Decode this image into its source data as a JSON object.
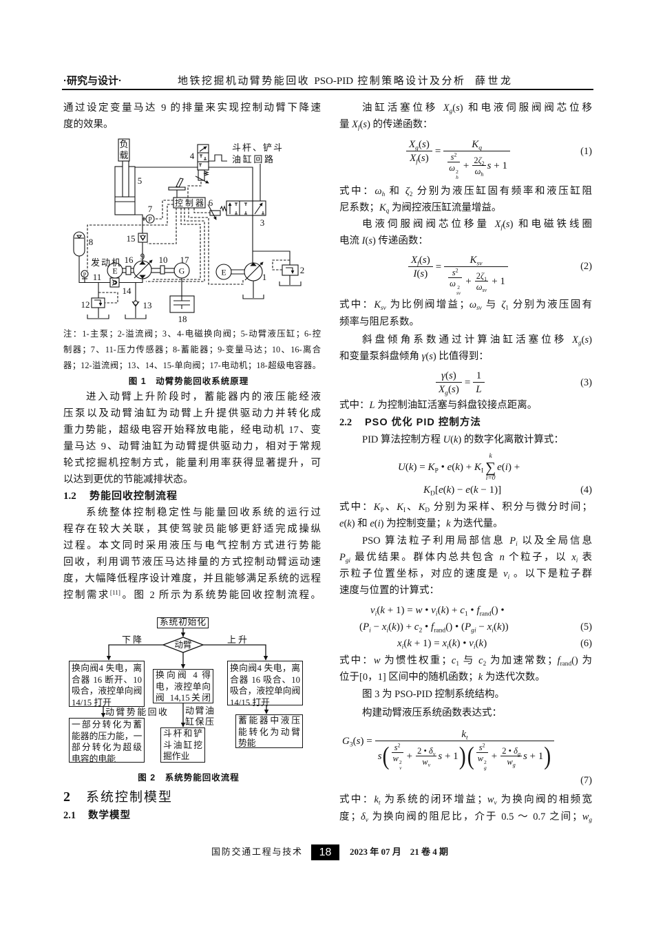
{
  "header": {
    "section_tag": "·研究与设计·",
    "title": "地铁挖掘机动臂势能回收 PSO-PID 控制策略设计及分析",
    "author": "薛世龙"
  },
  "left": {
    "intro": [
      "通过设定变量马达 9 的排量来实现控制动臂下降速",
      "度的效果。"
    ],
    "figure1": {
      "load": [
        "负",
        "载"
      ],
      "branch_circuit": [
        "斗杆、铲斗",
        "油缸回路"
      ],
      "controller": "控制器",
      "engine": "发动机",
      "symbols": {
        "engine_motor": "E",
        "main_motor": "E",
        "generator": "G",
        "pressure_7": "P",
        "pressure_11": "P"
      },
      "numbers": [
        "1",
        "2",
        "3",
        "4",
        "5",
        "6",
        "7",
        "8",
        "9",
        "10",
        "11",
        "12",
        "13",
        "14",
        "15",
        "16",
        "17",
        "18"
      ],
      "notes": [
        "注：1-主泵；2-溢流阀；3、4-电磁换向阀；5-动臂液压缸；6-控",
        "制器；7、11-压力传感器；8-蓄能器；9-变量马达；10、16-离合",
        "器；12-溢流阀；13、14、15-单向阀；17-电动机；18-超级电容器。"
      ],
      "caption": "图 1　动臂势能回收系统原理"
    },
    "para1": [
      "进入动臂上升阶段时，蓄能器内的液压能经液",
      "压泵以及动臂油缸为动臂上升提供驱动力并转化成",
      "重力势能，超级电容开始释放电能，经电动机 17、变",
      "量马达 9、动臂油缸为动臂提供驱动力，相对于常规",
      "轮式挖掘机控制方式，能量利用率获得显著提升，可",
      "以达到更优的节能减排状态。"
    ],
    "section_1_2": {
      "number": "1.2",
      "title": "势能回收控制流程"
    },
    "para2": [
      "系统整体控制稳定性与能量回收系统的运行过",
      "程存在较大关联，其使驾驶员能够更舒适完成操纵",
      "过程。本文同时采用液压与电气控制方式进行势能",
      "回收，利用调节液压马达排量的方式控制动臂运动速",
      "度，大幅降低程序设计难度，并且能够满足系统的远程",
      [
        "控制需求",
        {
          "t": "[11]",
          "c": "sup"
        },
        "。图 2 所示为系统势能回收控制流程。"
      ]
    ],
    "figure2": {
      "init": "系统初始化",
      "decision": "动臂",
      "branch_down": "下降",
      "branch_up": "上升",
      "box_descend": [
        "换向阀4 失电，离",
        "合器 16 断开、10",
        "吸合，液控单向阀",
        "14/15 打开"
      ],
      "box_hold": [
        "换向阀 4 得",
        "电，液控单向",
        "阀 14,15关闭"
      ],
      "box_ascend": [
        "换向阀4 失电，离",
        "合器 16 吸合、10",
        "吸合，液控单向阀",
        "14/15 打开"
      ],
      "edge_recover": "动臂势能回收",
      "edge_hold": [
        "动臂油",
        "缸保压"
      ],
      "box_descend_result": [
        "一部分转化为蓄",
        "能器的压力能，一",
        "部分转化为超级",
        "电容的电能"
      ],
      "box_hold_result": [
        "斗杆和铲",
        "斗油缸挖",
        "掘作业"
      ],
      "box_ascend_result": [
        "蓄能器中液压",
        "能转化为动臂",
        "势能"
      ],
      "caption": "图 2　系统势能回收流程"
    },
    "section_2": {
      "number": "2",
      "title": "系统控制模型"
    },
    "section_2_1": {
      "number": "2.1",
      "title": "数学模型"
    }
  },
  "right": {
    "lines": [
      [
        "油缸活塞位移 ",
        {
          "t": "X",
          "c": "i"
        },
        {
          "t": "g",
          "c": "i sub"
        },
        "(",
        {
          "t": "s",
          "c": "i"
        },
        ") 和电液伺服阀阀芯位移"
      ],
      [
        "量 ",
        {
          "t": "X",
          "c": "i"
        },
        {
          "t": "f",
          "c": "i sub"
        },
        "(",
        {
          "t": "s",
          "c": "i"
        },
        ") 的传递函数："
      ],
      [
        "式中：",
        {
          "t": "ω",
          "c": "i"
        },
        {
          "t": "h",
          "c": "i sub"
        },
        " 和 ",
        {
          "t": "ζ",
          "c": "i"
        },
        {
          "t": "2",
          "c": "sub"
        },
        " 分别为液压缸固有频率和液压缸阻"
      ],
      [
        "尼系数；",
        {
          "t": "K",
          "c": "i"
        },
        {
          "t": "q",
          "c": "i sub"
        },
        " 为阀控液压缸流量增益。"
      ],
      [
        "电液伺服阀阀芯位移量 ",
        {
          "t": "X",
          "c": "i"
        },
        {
          "t": "f",
          "c": "i sub"
        },
        "(",
        {
          "t": "s",
          "c": "i"
        },
        ") 和电磁铁线圈"
      ],
      [
        "电流 ",
        {
          "t": "I",
          "c": "i"
        },
        "(",
        {
          "t": "s",
          "c": "i"
        },
        ") 传递函数："
      ],
      [
        "式中：",
        {
          "t": "K",
          "c": "i"
        },
        {
          "t": "sv",
          "c": "i sub"
        },
        " 为比例阀增益；",
        {
          "t": "ω",
          "c": "i"
        },
        {
          "t": "sv",
          "c": "i sub"
        },
        " 与 ",
        {
          "t": "ζ",
          "c": "i"
        },
        {
          "t": "1",
          "c": "sub"
        },
        " 分别为液压固有"
      ],
      "频率与阻尼系数。",
      [
        "斜盘倾角系数通过计算油缸活塞位移 ",
        {
          "t": "X",
          "c": "i"
        },
        {
          "t": "g",
          "c": "i sub"
        },
        "(",
        {
          "t": "s",
          "c": "i"
        },
        ")"
      ],
      [
        "和变量泵斜盘倾角 ",
        {
          "t": "γ",
          "c": "i"
        },
        "(",
        {
          "t": "s",
          "c": "i"
        },
        ") 比值得到："
      ],
      [
        "式中：",
        {
          "t": "L",
          "c": "i"
        },
        " 为控制油缸活塞与斜盘铰接点距离。"
      ],
      [
        "PID 算法控制方程 ",
        {
          "t": "U",
          "c": "i"
        },
        "(",
        {
          "t": "k",
          "c": "i"
        },
        ") 的数字化离散计算式："
      ],
      [
        "式中：",
        {
          "t": "K",
          "c": "i"
        },
        {
          "t": "P",
          "c": "sub"
        },
        "、",
        {
          "t": "K",
          "c": "i"
        },
        {
          "t": "I",
          "c": "sub"
        },
        "、",
        {
          "t": "K",
          "c": "i"
        },
        {
          "t": "D",
          "c": "sub"
        },
        " 分别为采样、积分与微分时间；"
      ],
      [
        {
          "t": "e",
          "c": "i"
        },
        "(",
        {
          "t": "k",
          "c": "i"
        },
        ") 和 ",
        {
          "t": "e",
          "c": "i"
        },
        "(",
        {
          "t": "i",
          "c": "i"
        },
        ") 为控制变量；",
        {
          "t": "k",
          "c": "i"
        },
        " 为迭代量。"
      ],
      [
        "PSO 算法粒子利用局部信息 ",
        {
          "t": "P",
          "c": "i"
        },
        {
          "t": "i",
          "c": "i sub"
        },
        " 以及全局信息"
      ],
      [
        {
          "t": "P",
          "c": "i"
        },
        {
          "t": "gi",
          "c": "i sub"
        },
        " 最优结果。群体内总共包含 ",
        {
          "t": "n",
          "c": "i"
        },
        " 个粒子，以 ",
        {
          "t": "x",
          "c": "i"
        },
        {
          "t": "i",
          "c": "i sub"
        },
        " 表"
      ],
      [
        "示粒子位置坐标，对应的速度是 ",
        {
          "t": "v",
          "c": "i"
        },
        {
          "t": "i",
          "c": "i sub"
        },
        " 。以下是粒子群"
      ],
      "速度与位置的计算式：",
      [
        "式中：",
        {
          "t": "w",
          "c": "i"
        },
        " 为惯性权重；",
        {
          "t": "c",
          "c": "i"
        },
        {
          "t": "1",
          "c": "sub"
        },
        " 与 ",
        {
          "t": "c",
          "c": "i"
        },
        {
          "t": "2",
          "c": "sub"
        },
        " 为加速常数；",
        {
          "t": "f",
          "c": "i"
        },
        {
          "t": "rand",
          "c": "sub"
        },
        "() 为"
      ],
      [
        "位于[0，1] 区间中的随机函数；",
        {
          "t": "k",
          "c": "i"
        },
        " 为迭代次数。"
      ],
      "图 3 为 PSO-PID 控制系统结构。",
      "构建动臂液压系统函数表达式：",
      [
        "式中：",
        {
          "t": "k",
          "c": "i"
        },
        {
          "t": "t",
          "c": "i sub"
        },
        " 为系统的闭环增益；",
        {
          "t": "w",
          "c": "i"
        },
        {
          "t": "v",
          "c": "i sub"
        },
        " 为换向阀的相频宽"
      ],
      [
        "度；",
        {
          "t": "δ",
          "c": "i"
        },
        {
          "t": "v",
          "c": "i sub"
        },
        " 为换向阀的阻尼比，介于 0.5 ～ 0.7 之间；",
        {
          "t": "w",
          "c": "i"
        },
        {
          "t": "g",
          "c": "i sub"
        }
      ]
    ],
    "section_2_2": {
      "number": "2.2",
      "title": "PSO 优化 PID 控制方法"
    },
    "eq1": {
      "lhs_num": [
        {
          "t": "X",
          "c": "i"
        },
        {
          "t": "g",
          "c": "i sub"
        },
        "(",
        {
          "t": "s",
          "c": "i"
        },
        ")"
      ],
      "lhs_den": [
        {
          "t": "X",
          "c": "i"
        },
        {
          "t": "f",
          "c": "i sub"
        },
        "(",
        {
          "t": "s",
          "c": "i"
        },
        ")"
      ],
      "equals": "=",
      "rhs_num": [
        {
          "t": "K",
          "c": "i"
        },
        {
          "t": "q",
          "c": "i sub"
        }
      ],
      "d1_num": [
        {
          "t": "s",
          "c": "i"
        },
        {
          "t": "2",
          "c": "sup"
        }
      ],
      "d1_den": [
        {
          "t": "ω",
          "c": "i"
        },
        {
          "sup": "2",
          "sub": "h"
        }
      ],
      "plus": "+",
      "d2_num": [
        "2",
        {
          "t": "ζ",
          "c": "i"
        },
        {
          "t": "2",
          "c": "sub"
        }
      ],
      "d2_den": [
        {
          "t": "ω",
          "c": "i"
        },
        {
          "t": "h",
          "c": "i sub"
        }
      ],
      "tail": [
        {
          "t": "s",
          "c": "i"
        },
        " + 1"
      ],
      "number": "(1)"
    },
    "eq2": {
      "lhs_num": [
        {
          "t": "X",
          "c": "i"
        },
        {
          "t": "f",
          "c": "i sub"
        },
        "(",
        {
          "t": "s",
          "c": "i"
        },
        ")"
      ],
      "lhs_den": [
        {
          "t": "I",
          "c": "i"
        },
        "(",
        {
          "t": "s",
          "c": "i"
        },
        ")"
      ],
      "equals": "=",
      "rhs_num": [
        {
          "t": "K",
          "c": "i"
        },
        {
          "t": "sv",
          "c": "i sub"
        }
      ],
      "d1_num": [
        {
          "t": "s",
          "c": "i"
        },
        {
          "t": "2",
          "c": "sup"
        }
      ],
      "d1_den": [
        {
          "t": "ω",
          "c": "i"
        },
        {
          "sup": "2",
          "sub": "sv"
        }
      ],
      "plus": "+",
      "d2_num": [
        "2",
        {
          "t": "ζ",
          "c": "i"
        },
        {
          "t": "1",
          "c": "sub"
        }
      ],
      "d2_den": [
        {
          "t": "ω",
          "c": "i"
        },
        {
          "t": "sv",
          "c": "i sub"
        }
      ],
      "tail": "+ 1",
      "number": "(2)"
    },
    "eq3": {
      "lhs_num": [
        {
          "t": "γ",
          "c": "i"
        },
        "(",
        {
          "t": "s",
          "c": "i"
        },
        ")"
      ],
      "lhs_den": [
        {
          "t": "X",
          "c": "i"
        },
        {
          "t": "g",
          "c": "i sub"
        },
        "(",
        {
          "t": "s",
          "c": "i"
        },
        ")"
      ],
      "equals": "=",
      "rhs_num": "1",
      "rhs_den": [
        {
          "t": "L",
          "c": "i"
        }
      ],
      "number": "(3)"
    },
    "eq4": {
      "l1_a": [
        {
          "t": "U",
          "c": "i"
        },
        "(",
        {
          "t": "k",
          "c": "i"
        },
        ") = ",
        {
          "t": "K",
          "c": "i"
        },
        {
          "t": "P",
          "c": "sub"
        },
        " • ",
        {
          "t": "e",
          "c": "i"
        },
        "(",
        {
          "t": "k",
          "c": "i"
        },
        ") + ",
        {
          "t": "K",
          "c": "i"
        },
        {
          "t": "I",
          "c": "sub"
        }
      ],
      "sum_op": "∑",
      "sum_upper": "k",
      "sum_lower": "i=0",
      "l1_b": [
        {
          "t": "e",
          "c": "i"
        },
        "(",
        {
          "t": "i",
          "c": "i"
        },
        ") +"
      ],
      "l2": [
        {
          "t": "K",
          "c": "i"
        },
        {
          "t": "D",
          "c": "sub"
        },
        "[",
        {
          "t": "e",
          "c": "i"
        },
        "(",
        {
          "t": "k",
          "c": "i"
        },
        ") − ",
        {
          "t": "e",
          "c": "i"
        },
        "(",
        {
          "t": "k",
          "c": "i"
        },
        " − 1)]"
      ],
      "number": "(4)"
    },
    "eq5": {
      "l1": [
        {
          "t": "v",
          "c": "i"
        },
        {
          "t": "i",
          "c": "i sub"
        },
        "(",
        {
          "t": "k",
          "c": "i"
        },
        " + 1) = ",
        {
          "t": "w",
          "c": "i"
        },
        " • ",
        {
          "t": "v",
          "c": "i"
        },
        {
          "t": "i",
          "c": "i sub"
        },
        "(",
        {
          "t": "k",
          "c": "i"
        },
        ") + ",
        {
          "t": "c",
          "c": "i"
        },
        {
          "t": "1",
          "c": "sub"
        },
        " • ",
        {
          "t": "f",
          "c": "i"
        },
        {
          "t": "rand",
          "c": "sub"
        },
        "() •"
      ],
      "l2": [
        "(",
        {
          "t": "P",
          "c": "i"
        },
        {
          "t": "i",
          "c": "i sub"
        },
        " − ",
        {
          "t": "x",
          "c": "i"
        },
        {
          "t": "i",
          "c": "i sub"
        },
        "(",
        {
          "t": "k",
          "c": "i"
        },
        ")) + ",
        {
          "t": "c",
          "c": "i"
        },
        {
          "t": "2",
          "c": "sub"
        },
        " • ",
        {
          "t": "f",
          "c": "i"
        },
        {
          "t": "rand",
          "c": "sub"
        },
        "() • (",
        {
          "t": "P",
          "c": "i"
        },
        {
          "t": "gi",
          "c": "i sub"
        },
        " − ",
        {
          "t": "x",
          "c": "i"
        },
        {
          "t": "i",
          "c": "i sub"
        },
        "(",
        {
          "t": "k",
          "c": "i"
        },
        "))"
      ],
      "number": "(5)"
    },
    "eq6": {
      "l1": [
        {
          "t": "x",
          "c": "i"
        },
        {
          "t": "i",
          "c": "i sub"
        },
        "(",
        {
          "t": "k",
          "c": "i"
        },
        " + 1) = ",
        {
          "t": "x",
          "c": "i"
        },
        {
          "t": "i",
          "c": "i sub"
        },
        "(",
        {
          "t": "k",
          "c": "i"
        },
        ") • ",
        {
          "t": "v",
          "c": "i"
        },
        {
          "t": "i",
          "c": "i sub"
        },
        "(",
        {
          "t": "k",
          "c": "i"
        },
        ")"
      ],
      "number": "(6)"
    },
    "eq7": {
      "lhs": [
        {
          "t": "G",
          "c": "i"
        },
        {
          "t": "3",
          "c": "sub"
        },
        "(",
        {
          "t": "s",
          "c": "i"
        },
        ") ="
      ],
      "num": [
        {
          "t": "k",
          "c": "i"
        },
        {
          "t": "t",
          "c": "i sub"
        }
      ],
      "s": [
        {
          "t": "s",
          "c": "i"
        }
      ],
      "lparen": "(",
      "rparen": ")",
      "f1_num": [
        {
          "t": "s",
          "c": "i"
        },
        {
          "t": "2",
          "c": "sup"
        }
      ],
      "f1_den": [
        {
          "t": "w",
          "c": "i"
        },
        {
          "sup": "2",
          "sub": "v"
        }
      ],
      "plus": "+",
      "f2_num": [
        "2 • ",
        {
          "t": "δ",
          "c": "i"
        },
        {
          "t": "v",
          "c": "i sub"
        }
      ],
      "f2_den": [
        {
          "t": "w",
          "c": "i"
        },
        {
          "t": "v",
          "c": "i sub"
        }
      ],
      "tail": [
        {
          "t": "s",
          "c": "i"
        },
        " + 1"
      ],
      "f3_num": [
        {
          "t": "s",
          "c": "i"
        },
        {
          "t": "2",
          "c": "sup"
        }
      ],
      "f3_den": [
        {
          "t": "w",
          "c": "i"
        },
        {
          "sup": "2",
          "sub": "g"
        }
      ],
      "f4_num": [
        "2 • ",
        {
          "t": "δ",
          "c": "i"
        },
        {
          "t": "g",
          "c": "i sub"
        }
      ],
      "f4_den": [
        {
          "t": "w",
          "c": "i"
        },
        {
          "t": "g",
          "c": "i sub"
        }
      ],
      "number": "(7)"
    }
  },
  "footer": {
    "journal": "国防交通工程与技术",
    "page": "18",
    "issue": "2023 年 07 月　21 卷 4 期"
  }
}
